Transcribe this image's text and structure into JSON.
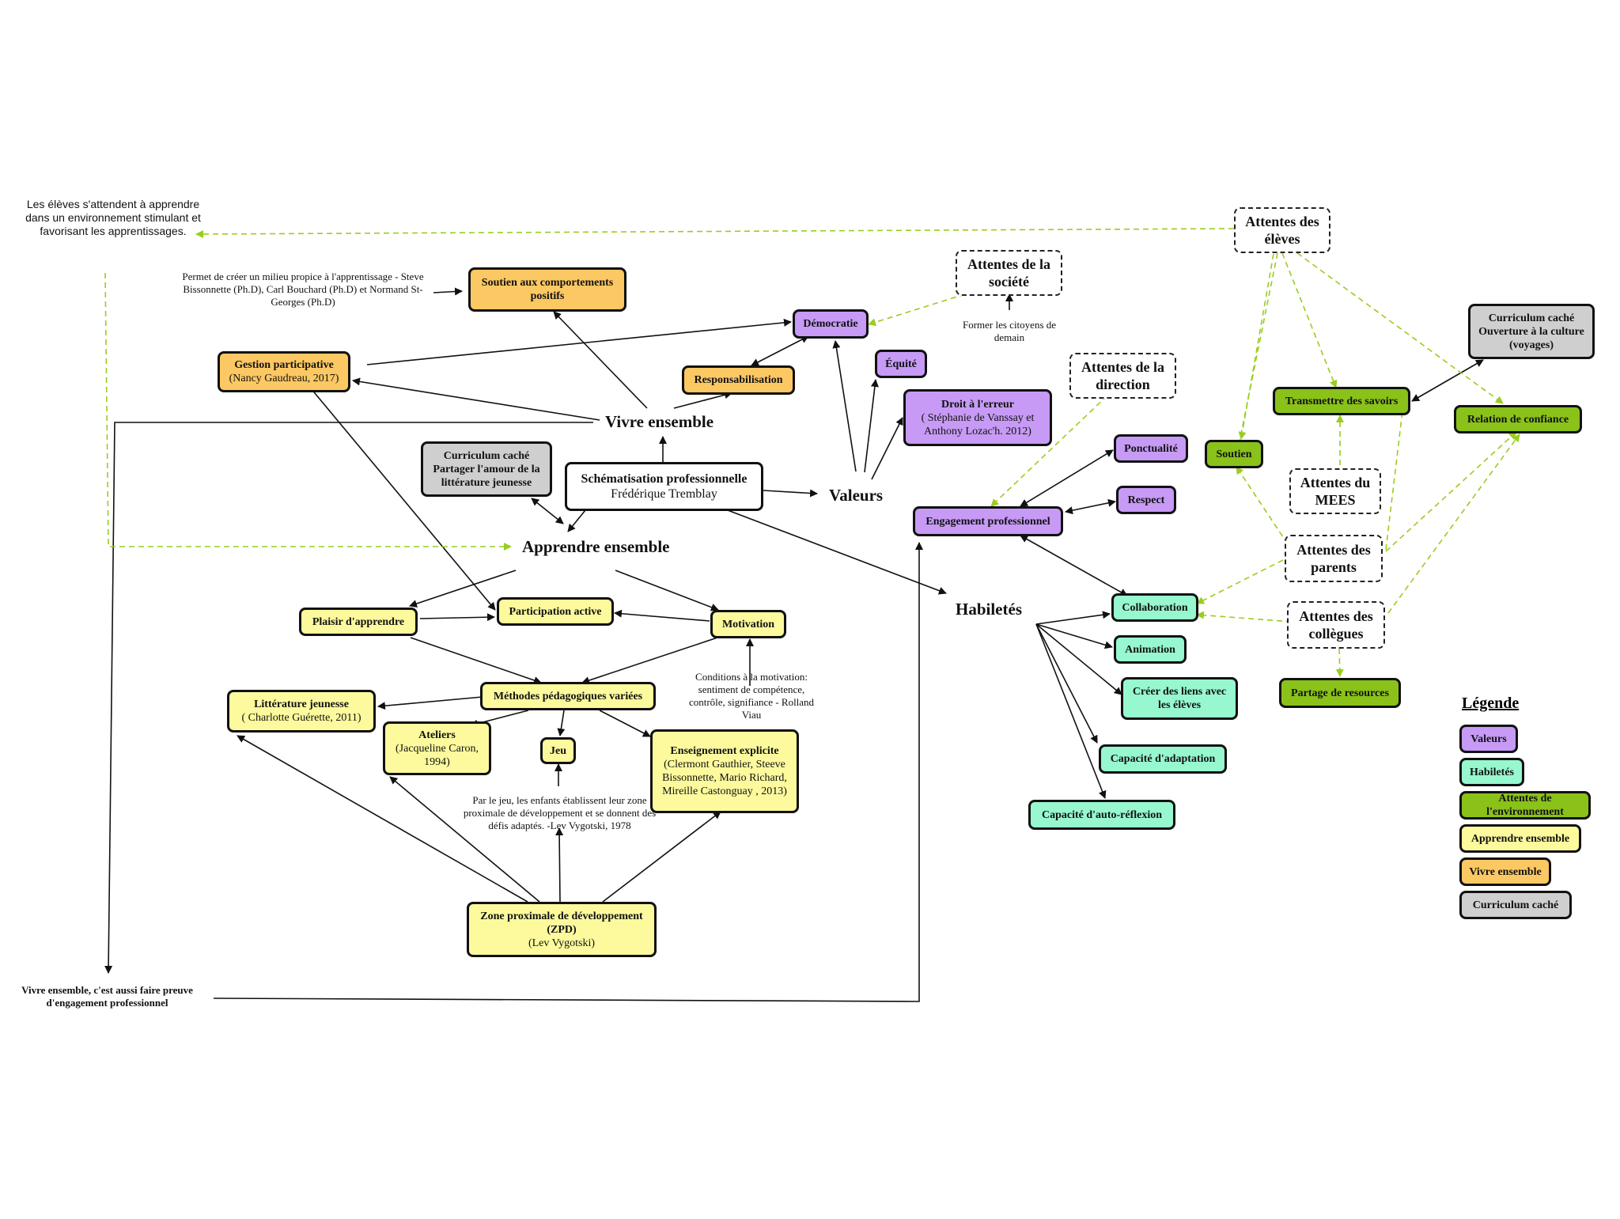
{
  "colors": {
    "valeurs": "#c79af5",
    "habiletes": "#97f7cf",
    "environnement": "#8ac21a",
    "apprendre": "#fcfa9d",
    "vivre": "#fcc863",
    "curriculum": "#cfcfcf",
    "dashed_arrow": "#9acd1e"
  },
  "center": {
    "title": "Schématisation professionnelle",
    "author": "Frédérique Tremblay"
  },
  "hubs": {
    "vivre": "Vivre ensemble",
    "apprendre": "Apprendre ensemble",
    "valeurs": "Valeurs",
    "habiletes": "Habiletés"
  },
  "vivre": {
    "soutien_comportements": "Soutien aux comportements positifs",
    "gestion_participative": "Gestion participative",
    "gestion_ref": "(Nancy Gaudreau, 2017)",
    "responsabilisation": "Responsabilisation"
  },
  "curriculum": {
    "amour": "Curriculum caché Partager l'amour de la littérature jeunesse",
    "culture": "Curriculum caché Ouverture à la culture (voyages)"
  },
  "apprendre": {
    "plaisir": "Plaisir d'apprendre",
    "participation": "Participation active",
    "motivation": "Motivation",
    "methodes": "Méthodes pédagogiques variées",
    "litterature": "Littérature jeunesse",
    "litterature_ref": "( Charlotte Guérette, 2011)",
    "ateliers": "Ateliers",
    "ateliers_ref": "(Jacqueline Caron, 1994)",
    "jeu": "Jeu",
    "enseignement": "Enseignement explicite",
    "enseignement_ref": "(Clermont Gauthier, Steeve Bissonnette, Mario Richard, Mireille Castonguay , 2013)",
    "zpd": "Zone proximale de développement (ZPD)",
    "zpd_ref": "(Lev Vygotski)"
  },
  "valeurs": {
    "democratie": "Démocratie",
    "equite": "Équité",
    "droit_erreur": "Droit à l'erreur",
    "droit_ref": "( Stéphanie de Vanssay et Anthony Lozac'h. 2012)",
    "engagement": "Engagement professionnel",
    "ponctualite": "Ponctualité",
    "respect": "Respect"
  },
  "habiletes": {
    "collaboration": "Collaboration",
    "animation": "Animation",
    "liens": "Créer des liens avec les élèves",
    "adaptation": "Capacité d'adaptation",
    "auto_reflexion": "Capacité d'auto-réflexion"
  },
  "environnement": {
    "transmettre": "Transmettre des savoirs",
    "soutien": "Soutien",
    "confiance": "Relation de confiance",
    "ressources": "Partage de resources"
  },
  "attentes": {
    "eleves": "Attentes des élèves",
    "societe": "Attentes de la société",
    "direction": "Attentes de la direction",
    "mees": "Attentes du MEES",
    "parents": "Attentes des parents",
    "collegues": "Attentes des collègues"
  },
  "notes": {
    "eleves_note": "Les élèves s'attendent à apprendre dans un environnement stimulant et favorisant les apprentissages.",
    "milieu": "Permet de créer un milieu propice à l'apprentissage - Steve Bissonnette (Ph.D), Carl Bouchard (Ph.D) et Normand St-Georges (Ph.D)",
    "citoyens": "Former les citoyens de demain",
    "motivation_cond": "Conditions à la motivation: sentiment de compétence, contrôle, signifiance - Rolland Viau",
    "jeu_note": "Par le jeu, les enfants établissent leur zone proximale de développement et se donnent des défis adaptés. -Lev Vygotski, 1978",
    "vivre_engagement": "Vivre ensemble, c'est aussi faire preuve d'engagement professionnel"
  },
  "legend": {
    "title": "Légende",
    "items": [
      "Valeurs",
      "Habiletés",
      "Attentes de l'environnement",
      "Apprendre ensemble",
      "Vivre ensemble",
      "Curriculum caché"
    ]
  }
}
